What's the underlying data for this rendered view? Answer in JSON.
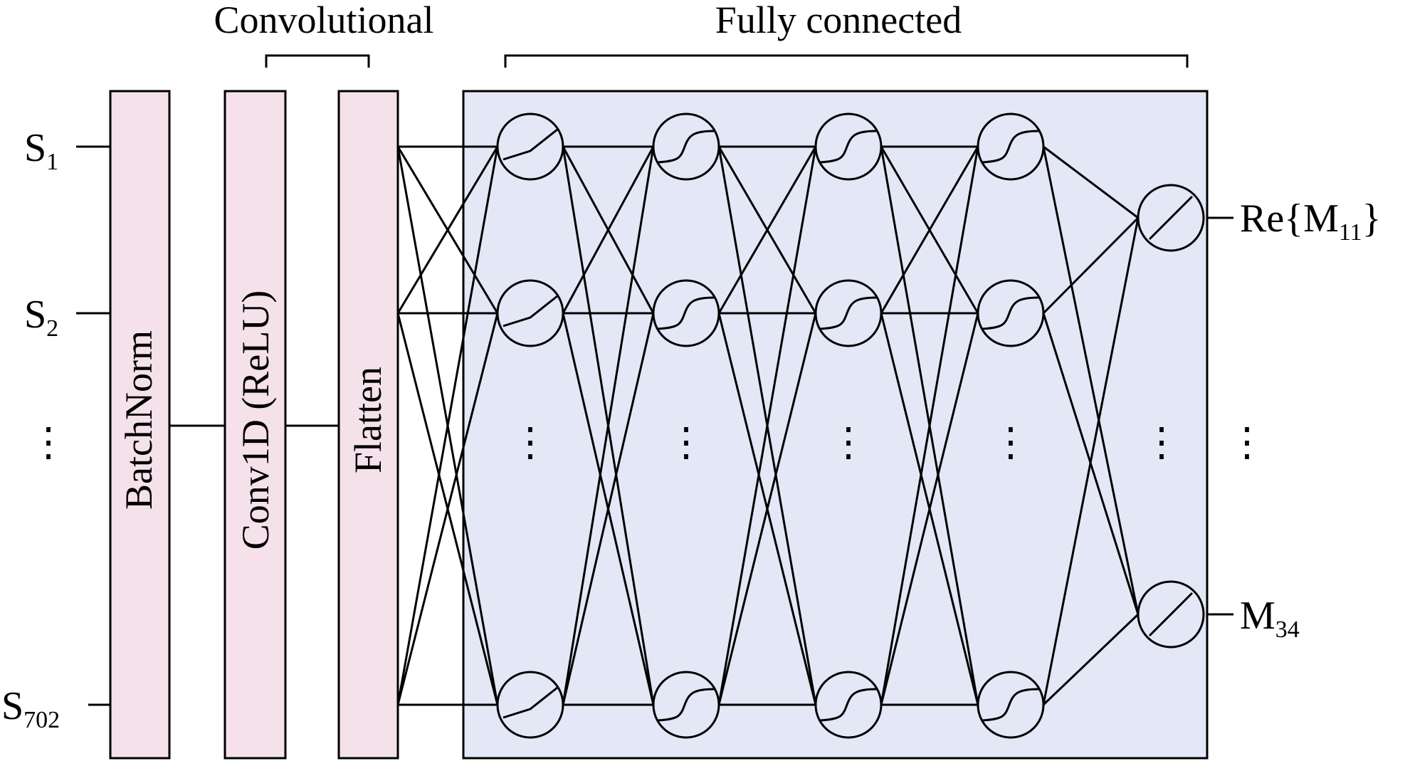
{
  "headings": {
    "convolutional": "Convolutional",
    "fully_connected": "Fully connected"
  },
  "inputs": [
    {
      "base": "S",
      "sub": "1"
    },
    {
      "base": "S",
      "sub": "2"
    },
    {
      "base": "S",
      "sub": "702"
    }
  ],
  "input_ellipsis": "⋮",
  "blocks": {
    "batchnorm": "BatchNorm",
    "conv1d": "Conv1D (ReLU)",
    "flatten": "Flatten"
  },
  "outputs": [
    {
      "prefix": "Re{M",
      "sub": "11",
      "suffix": "}"
    },
    {
      "prefix": "M",
      "sub": "34",
      "suffix": ""
    }
  ],
  "output_ellipsis": "⋮",
  "fc_layers": [
    {
      "activation": "relu"
    },
    {
      "activation": "sigmoid"
    },
    {
      "activation": "sigmoid"
    },
    {
      "activation": "sigmoid"
    }
  ],
  "output_activation": "linear",
  "colors": {
    "block_fill": "#f5e1ea",
    "fc_panel_fill": "#e3e7f6",
    "stroke": "#000000"
  }
}
